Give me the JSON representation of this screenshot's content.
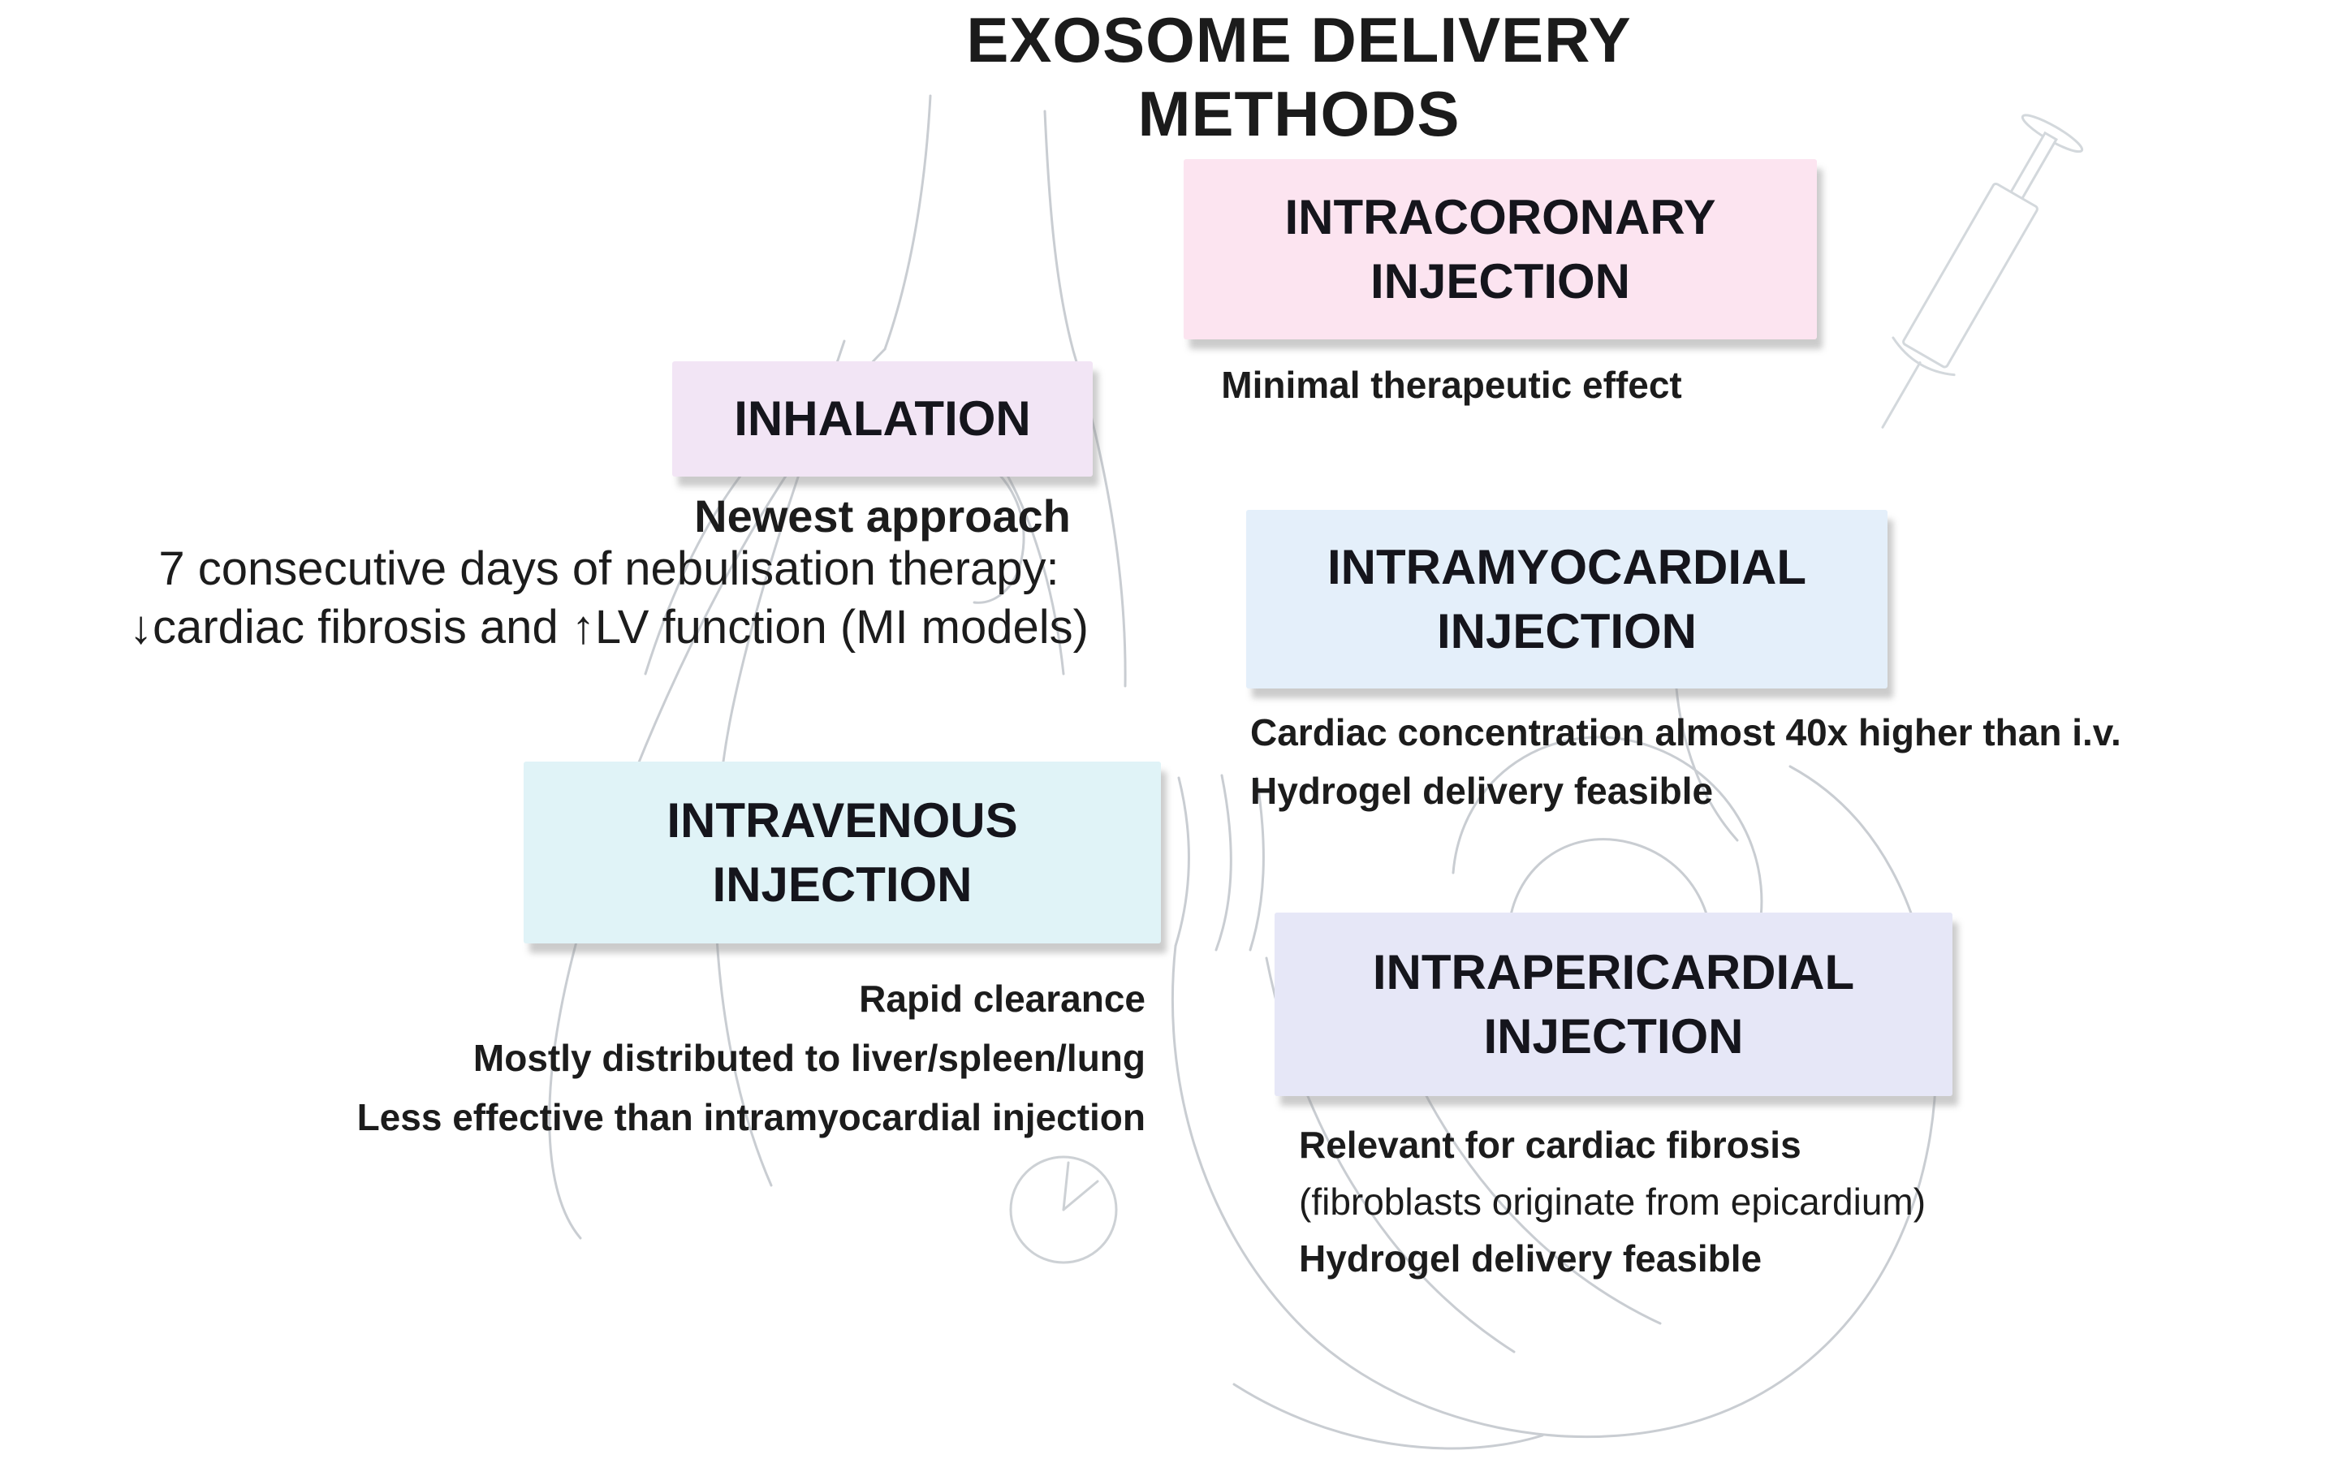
{
  "title": "EXOSOME DELIVERY METHODS",
  "methods": [
    {
      "id": "intracoronary",
      "label": "INTRACORONARY\nINJECTION",
      "color": "#fce4f0",
      "notes": [
        "Minimal therapeutic effect"
      ]
    },
    {
      "id": "inhalation",
      "label": "INHALATION",
      "color": "#f2e5f5",
      "notes": [
        "Newest approach",
        "7 consecutive days of nebulisation therapy:",
        "↓cardiac fibrosis and ↑LV function (MI models)"
      ]
    },
    {
      "id": "intramyocardial",
      "label": "INTRAMYOCARDIAL\nINJECTION",
      "color": "#e4effa",
      "notes": [
        "Cardiac concentration almost 40x higher than i.v.",
        "Hydrogel delivery feasible"
      ]
    },
    {
      "id": "intravenous",
      "label": "INTRAVENOUS\nINJECTION",
      "color": "#e0f3f7",
      "notes": [
        "Rapid clearance",
        "Mostly distributed to liver/spleen/lung",
        "Less effective than intramyocardial injection"
      ]
    },
    {
      "id": "intrapericardial",
      "label": "INTRAPERICARDIAL\nINJECTION",
      "color": "#e6e7f7",
      "notes": [
        "Relevant for cardiac fibrosis",
        "(fibroblasts originate from epicardium)",
        "Hydrogel delivery feasible"
      ]
    }
  ],
  "icons": {
    "syringe": "syringe-outline-icon",
    "clock": "clock-icon",
    "lungs": "lungs-outline-sketch",
    "heart": "heart-outline-sketch"
  },
  "colors": {
    "background": "#ffffff",
    "text": "#1c1c1c",
    "sketch_line": "#c9cdd2",
    "box_shadow": "#8c8c8c"
  }
}
